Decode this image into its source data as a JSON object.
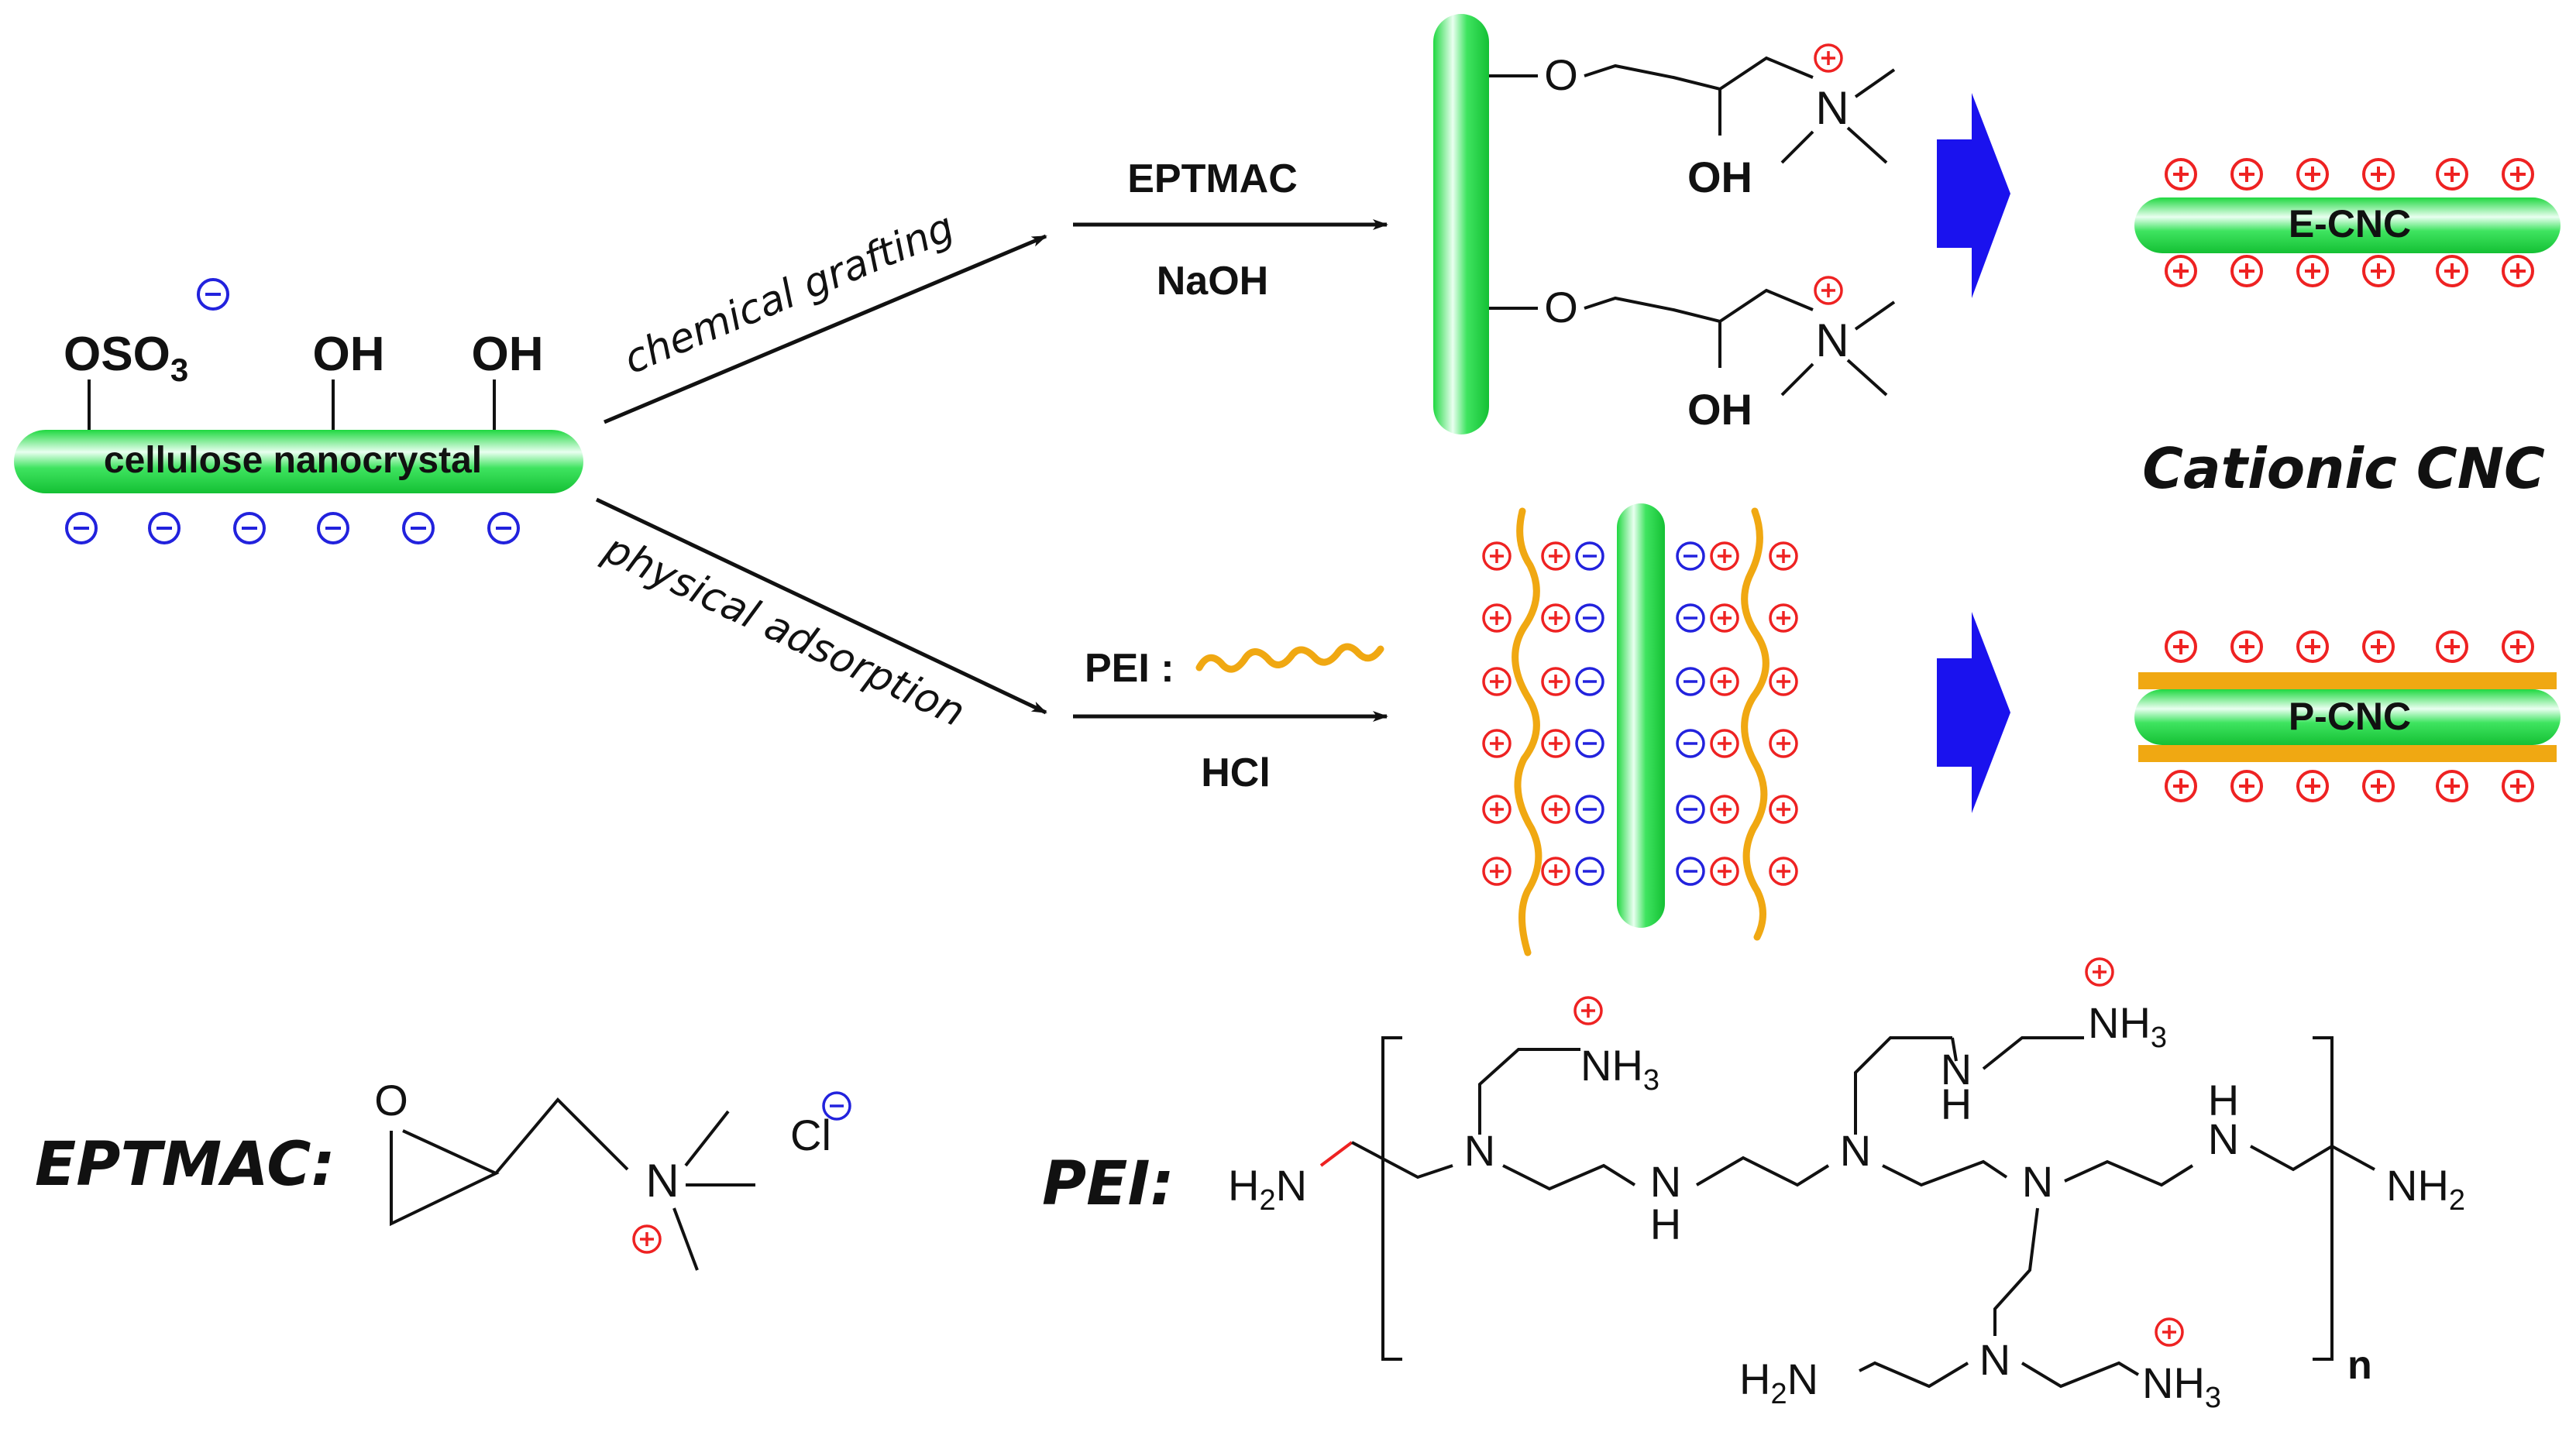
{
  "colors": {
    "rod_green": "#22dd44",
    "rod_highlight": "#ffffff",
    "plus_red": "#ee2222",
    "minus_blue": "#2222dd",
    "pei_orange": "#f0a812",
    "arrow_blue": "#1a12ee",
    "bond_red": "#ee2222"
  },
  "start": {
    "rod_label": "cellulose nanocrystal",
    "oso3_main": "OSO",
    "oso3_sub": "3",
    "oh_1": "OH",
    "oh_2": "OH"
  },
  "routes": {
    "top_label": "chemical grafting",
    "bottom_label": "physical adsorption",
    "top_reagent_above": "EPTMAC",
    "top_reagent_below": "NaOH",
    "bottom_reagent_above": "PEI :",
    "bottom_reagent_below": "HCl"
  },
  "grafted": {
    "o": "O",
    "oh": "OH",
    "n": "N"
  },
  "products": {
    "ecnc_label": "E-CNC",
    "pcnc_label": "P-CNC",
    "group_label": "Cationic CNC"
  },
  "eptmac": {
    "title": "EPTMAC:",
    "o": "O",
    "n": "N",
    "cl": "Cl"
  },
  "pei": {
    "title": "PEI:",
    "h2n": "H",
    "n": "N",
    "h": "H",
    "nh_n": "N",
    "nh3_main": "NH",
    "sub_2": "2",
    "sub_3": "3",
    "nh2_main": "NH",
    "repeat_n": "n"
  }
}
